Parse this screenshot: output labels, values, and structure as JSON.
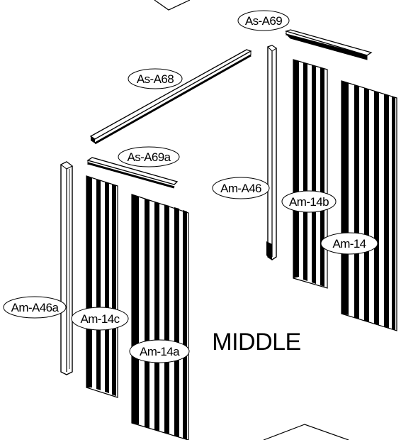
{
  "diagram": {
    "title": "MIDDLE",
    "labels": {
      "as_a69": "As-A69",
      "as_a68": "As-A68",
      "as_a69a": "As-A69a",
      "am_a46": "Am-A46",
      "am_14b": "Am-14b",
      "am_14": "Am-14",
      "am_a46a": "Am-A46a",
      "am_14c": "Am-14c",
      "am_14a": "Am-14a"
    }
  }
}
